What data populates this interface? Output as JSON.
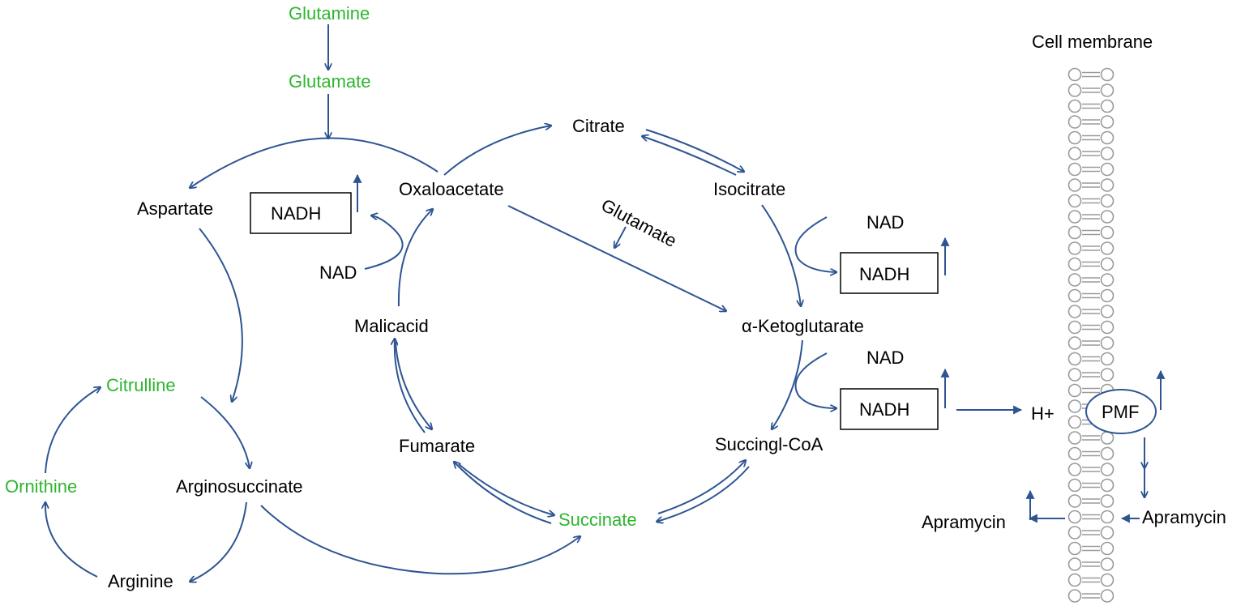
{
  "labels": {
    "glutamine": "Glutamine",
    "glutamate_top": "Glutamate",
    "citrate": "Citrate",
    "isocitrate": "Isocitrate",
    "oxaloacetate": "Oxaloacetate",
    "aspartate": "Aspartate",
    "nadh_left": "NADH",
    "nad_left": "NAD",
    "glutamate_mid": "Glutamate",
    "nad_right1": "NAD",
    "nadh_right1": "NADH",
    "alpha_ketoglutarate": "α-Ketoglutarate",
    "malicacid": "Malicacid",
    "nad_right2": "NAD",
    "nadh_right2": "NADH",
    "citrulline": "Citrulline",
    "fumarate": "Fumarate",
    "succinyl_coa": "Succingl-CoA",
    "ornithine": "Ornithine",
    "arginosuccinate": "Arginosuccinate",
    "succinate": "Succinate",
    "arginine": "Arginine",
    "cell_membrane": "Cell membrane",
    "h_plus": "H+",
    "pmf": "PMF",
    "apramycin_out": "Apramycin",
    "apramycin_in": "Apramycin"
  },
  "colors": {
    "arrow": "#2e5592",
    "green_text": "#2fb52f",
    "black_text": "#000000",
    "membrane": "#9a9a9a"
  }
}
